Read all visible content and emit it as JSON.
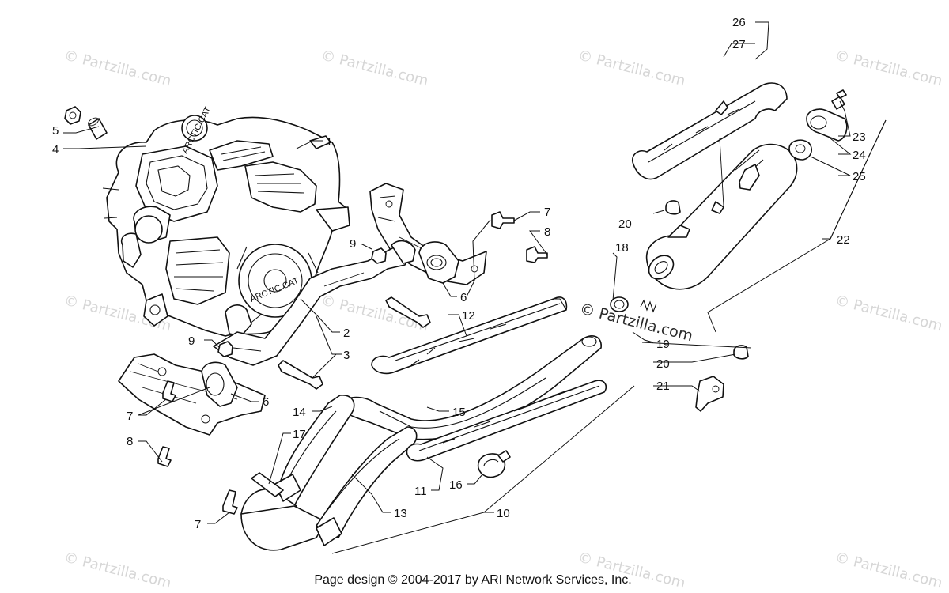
{
  "watermark": {
    "text": "© Partzilla.com",
    "foreground_text": "© Partzilla.com"
  },
  "footer": {
    "text": "Page design © 2004-2017 by ARI Network Services, Inc."
  },
  "engine_casting_text": [
    "ARCTIC CAT",
    "ARCTIC CAT"
  ],
  "callouts": {
    "c1": "1",
    "c2": "2",
    "c3": "3",
    "c4": "4",
    "c5": "5",
    "c6a": "6",
    "c6b": "6",
    "c7a": "7",
    "c7b": "7",
    "c7c": "7",
    "c8a": "8",
    "c8b": "8",
    "c9a": "9",
    "c9b": "9",
    "c10": "10",
    "c11": "11",
    "c12": "12",
    "c13": "13",
    "c14": "14",
    "c15": "15",
    "c16": "16",
    "c17": "17",
    "c18": "18",
    "c19": "19",
    "c20a": "20",
    "c20b": "20",
    "c21": "21",
    "c22": "22",
    "c23": "23",
    "c24": "24",
    "c25": "25",
    "c26": "26",
    "c27": "27"
  }
}
